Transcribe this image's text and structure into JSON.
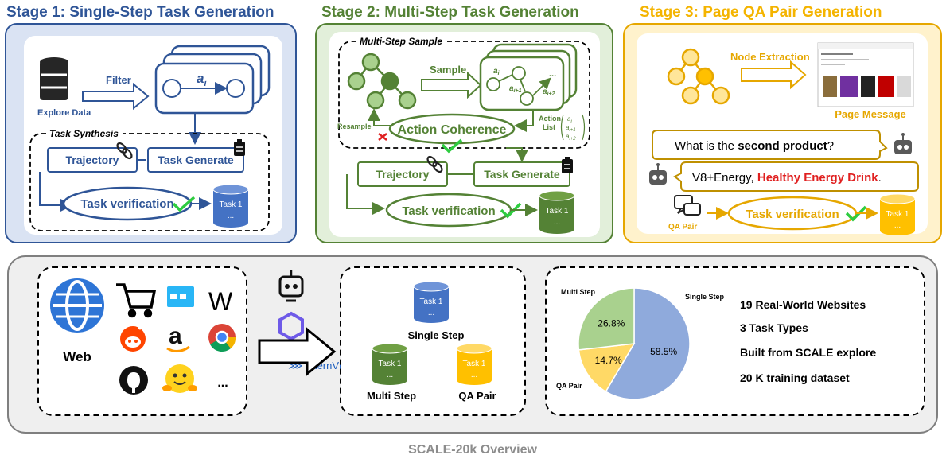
{
  "stage1": {
    "title": "Stage 1: Single-Step Task Generation",
    "explore_data": "Explore Data",
    "filter": "Filter",
    "action_symbol": "a",
    "action_sub": "i",
    "task_synthesis": "Task Synthesis",
    "trajectory": "Trajectory",
    "task_generate": "Task Generate",
    "task_verification": "Task verification",
    "db_label": "Task 1",
    "db_more": "..."
  },
  "stage2": {
    "title": "Stage 2: Multi-Step Task Generation",
    "multi_step_sample": "Multi-Step Sample",
    "sample": "Sample",
    "resample": "Resample",
    "action_coherence": "Action Coherence",
    "action_list": "Action",
    "action_list2": "List",
    "trajectory": "Trajectory",
    "task_generate": "Task Generate",
    "task_verification": "Task verification",
    "db_label": "Task 1",
    "db_more": "...",
    "seq_dots": "..."
  },
  "stage3": {
    "title": "Stage 3: Page QA Pair Generation",
    "node_extraction": "Node Extraction",
    "page_message": "Page Message",
    "question_pre": "What is the ",
    "question_bold": "second product",
    "question_post": "?",
    "answer_pre": "V8+Energy, ",
    "answer_red": "Healthy Energy Drink",
    "answer_post": ".",
    "qa_pair": "QA Pair",
    "task_verification": "Task verification",
    "db_label": "Task 1",
    "db_more": "..."
  },
  "overview": {
    "title": "SCALE-20k Overview",
    "web": "Web",
    "more": "...",
    "internvl": "InternVL",
    "single_step": "Single Step",
    "multi_step": "Multi Step",
    "qa_pair": "QA Pair",
    "db_label": "Task 1",
    "db_more": "...",
    "facts": [
      "19 Real-World Websites",
      "3 Task Types",
      "Built from SCALE explore",
      "20 K training dataset"
    ]
  },
  "colors": {
    "blue": "#2f5597",
    "blue_fill": "#dae3f3",
    "green": "#548235",
    "green_fill": "#e2efda",
    "gold": "#e6a700",
    "gold_fill": "#fff2cc",
    "gold_title": "#f4b400",
    "gray_fill": "#efefef",
    "red": "#e02020",
    "check": "#2ecc40"
  },
  "chart_data": {
    "type": "pie",
    "labels": [
      "Single Step",
      "Multi Step",
      "QA Pair"
    ],
    "values": [
      58.5,
      14.7,
      26.8
    ],
    "value_labels": [
      "58.5%",
      "14.7%",
      "26.8%"
    ],
    "colors": [
      "#8faadc",
      "#ffd966",
      "#a9d18e"
    ]
  }
}
